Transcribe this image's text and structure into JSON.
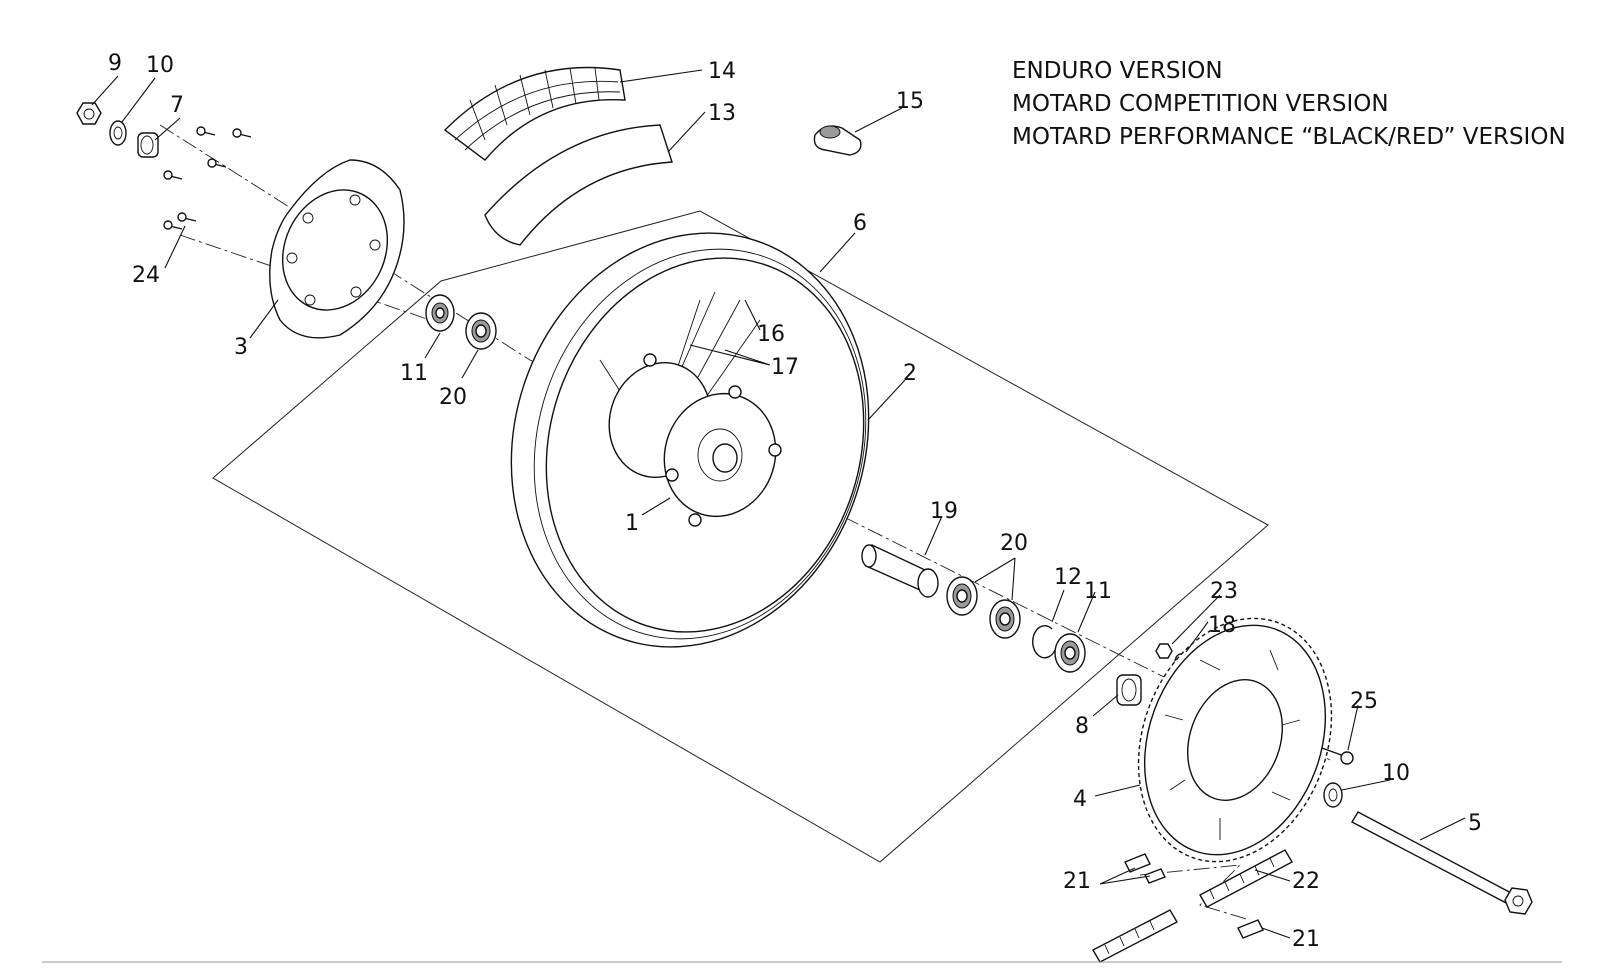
{
  "versions": [
    "ENDURO VERSION",
    "MOTARD COMPETITION VERSION",
    "MOTARD PERFORMANCE “BLACK/RED”  VERSION"
  ],
  "callouts": {
    "c1": "1",
    "c2": "2",
    "c3": "3",
    "c4": "4",
    "c5": "5",
    "c6": "6",
    "c7": "7",
    "c8": "8",
    "c9": "9",
    "c10a": "10",
    "c10b": "10",
    "c11a": "11",
    "c11b": "11",
    "c12": "12",
    "c13": "13",
    "c14": "14",
    "c15": "15",
    "c16": "16",
    "c17": "17",
    "c18": "18",
    "c19": "19",
    "c20a": "20",
    "c20b": "20",
    "c21a": "21",
    "c21b": "21",
    "c22": "22",
    "c23": "23",
    "c24": "24",
    "c25": "25"
  }
}
